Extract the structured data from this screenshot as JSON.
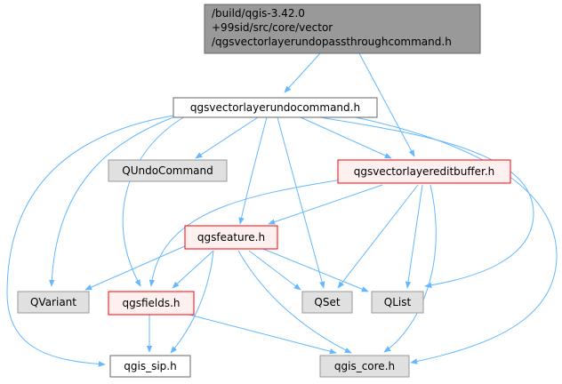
{
  "colors": {
    "root_fill": "#999999",
    "root_stroke": "#666666",
    "plain_fill": "#ffffff",
    "plain_stroke": "#666666",
    "external_fill": "#e0e0e0",
    "external_stroke": "#999999",
    "truncated_fill": "#fff0f0",
    "truncated_stroke": "#ff0000",
    "edge": "#63b8ff"
  },
  "nodes": {
    "root": {
      "lines": [
        "/build/qgis-3.42.0",
        "+99sid/src/core/vector",
        "/qgsvectorlayerundopassthroughcommand.h"
      ],
      "kind": "root"
    },
    "undocmd": {
      "lines": [
        "qgsvectorlayerundocommand.h"
      ],
      "kind": "plain"
    },
    "qundo": {
      "lines": [
        "QUndoCommand"
      ],
      "kind": "external"
    },
    "editbuf": {
      "lines": [
        "qgsvectorlayereditbuffer.h"
      ],
      "kind": "truncated"
    },
    "feature": {
      "lines": [
        "qgsfeature.h"
      ],
      "kind": "truncated"
    },
    "qvariant": {
      "lines": [
        "QVariant"
      ],
      "kind": "external"
    },
    "fields": {
      "lines": [
        "qgsfields.h"
      ],
      "kind": "truncated"
    },
    "qset": {
      "lines": [
        "QSet"
      ],
      "kind": "external"
    },
    "qlist": {
      "lines": [
        "QList"
      ],
      "kind": "external"
    },
    "sip": {
      "lines": [
        "qgis_sip.h"
      ],
      "kind": "plain"
    },
    "core": {
      "lines": [
        "qgis_core.h"
      ],
      "kind": "external"
    }
  }
}
